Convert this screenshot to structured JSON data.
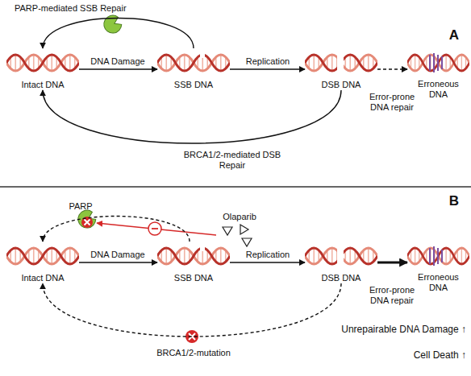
{
  "diagram": {
    "nodes": [
      {
        "text": [
          "Intact DNA"
        ]
      },
      {
        "text": [
          "SSB DNA"
        ]
      },
      {
        "text": [
          "DSB DNA"
        ]
      },
      {
        "text": [
          "Erroneous DNA"
        ]
      },
      {
        "text": [
          "Intact DNA"
        ]
      },
      {
        "text": [
          "SSB DNA"
        ]
      },
      {
        "text": [
          "DSB DNA"
        ]
      },
      {
        "text": [
          "Erroneous DNA"
        ]
      }
    ],
    "edges": [
      {
        "from": 0,
        "to": 1,
        "arrow": "to",
        "label": "DNA Damage"
      },
      {
        "from": 1,
        "to": 2,
        "arrow": "to",
        "label": "Replication"
      },
      {
        "from": 2,
        "to": 3,
        "arrow": "to",
        "label": "Error-prone DNA repair"
      },
      {
        "from": 1,
        "to": 0,
        "arrow": "to",
        "label": "PARP-mediated SSB Repair"
      },
      {
        "from": 2,
        "to": 0,
        "arrow": "to",
        "label": "BRCA1/2-mediated DSB Repair"
      },
      {
        "from": 4,
        "to": 5,
        "arrow": "to",
        "label": "DNA Damage"
      },
      {
        "from": 5,
        "to": 6,
        "arrow": "to",
        "label": "Replication"
      },
      {
        "from": 6,
        "to": 7,
        "arrow": "to",
        "label": "Error-prone DNA repair"
      },
      {
        "from": 5,
        "to": 4,
        "arrow": "to"
      },
      {
        "from": 6,
        "to": 4,
        "arrow": "to",
        "label": "BRCA1/2-mutation"
      }
    ],
    "labels": [
      "A",
      "B",
      "PARP",
      "Olaparib",
      "Unrepairable DNA Damage ↑",
      "Cell Death ↑"
    ]
  }
}
